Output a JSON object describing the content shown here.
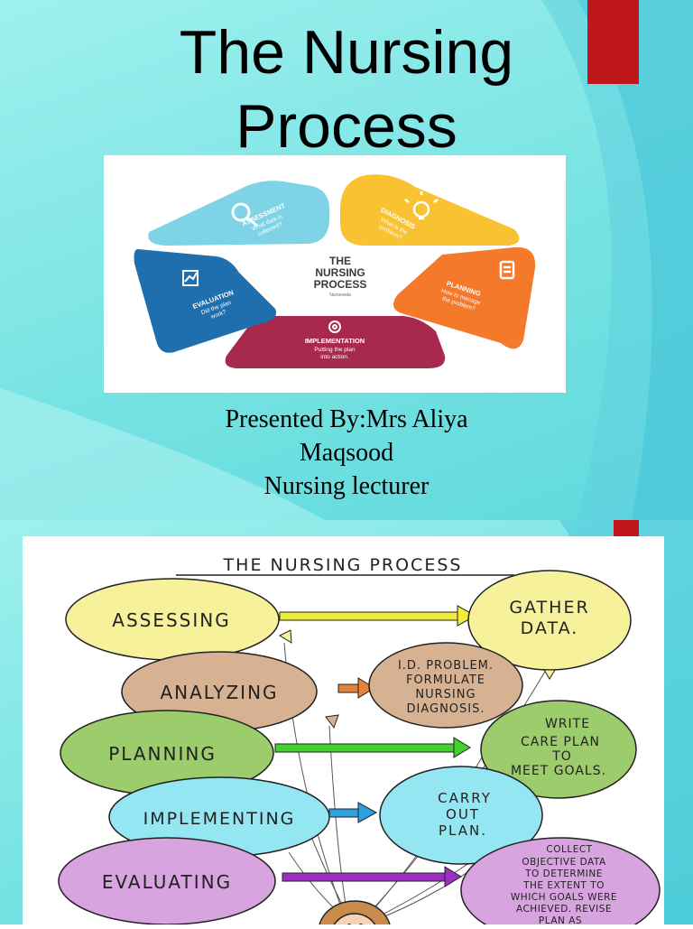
{
  "slide1": {
    "title_line1": "The Nursing",
    "title_line2": "Process",
    "infographic": {
      "center_line1": "THE",
      "center_line2": "NURSING",
      "center_line3": "PROCESS",
      "brand": "Nursevista",
      "segments": [
        {
          "title": "ASSESSMENT",
          "sub1": "What data is",
          "sub2": "collected?",
          "color": "#7fd3e6",
          "icon": "magnifier-icon"
        },
        {
          "title": "DIAGNOSIS",
          "sub1": "What is the",
          "sub2": "problem?",
          "color": "#f8c233",
          "icon": "lightbulb-icon"
        },
        {
          "title": "PLANNING",
          "sub1": "How to manage",
          "sub2": "the problem?",
          "color": "#f5792a",
          "icon": "clipboard-icon"
        },
        {
          "title": "IMPLEMENTATION",
          "sub1": "Putting the plan",
          "sub2": "into action.",
          "color": "#a8294e",
          "icon": "gears-icon"
        },
        {
          "title": "EVALUATION",
          "sub1": "Did the plan",
          "sub2": "work?",
          "color": "#1f6fae",
          "icon": "chart-icon"
        }
      ]
    },
    "presenter_line1": "Presented By:Mrs Aliya",
    "presenter_line2": "Maqsood",
    "presenter_line3": "Nursing lecturer"
  },
  "slide2": {
    "heading": "THE NURSING PROCESS",
    "steps": [
      {
        "label": "ASSESSING",
        "color": "#f7f19c",
        "result": [
          "GATHER",
          "DATA."
        ],
        "result_color": "#f7f19c",
        "arrow_color": "#f0ec3a"
      },
      {
        "label": "ANALYZING",
        "color": "#d7b292",
        "result": [
          "I.D. PROBLEM.",
          "FORMULATE",
          "NURSING",
          "DIAGNOSIS."
        ],
        "result_color": "#d7b292",
        "arrow_color": "#e8823a"
      },
      {
        "label": "PLANNING",
        "color": "#9ccc6b",
        "result": [
          "WRITE",
          "CARE PLAN",
          "TO",
          "MEET GOALS."
        ],
        "result_color": "#9ccc6b",
        "arrow_color": "#43d12e"
      },
      {
        "label": "IMPLEMENTING",
        "color": "#94e6f2",
        "result": [
          "CARRY",
          "OUT",
          "PLAN."
        ],
        "result_color": "#94e6f2",
        "arrow_color": "#2ea2e0"
      },
      {
        "label": "EVALUATING",
        "color": "#d8a4e0",
        "result": [
          "COLLECT",
          "OBJECTIVE DATA",
          "TO DETERMINE",
          "THE EXTENT TO",
          "WHICH GOALS WERE",
          "ACHIEVED. REVISE",
          "PLAN AS"
        ],
        "result_color": "#d8a4e0",
        "arrow_color": "#9c2ec0"
      }
    ]
  }
}
